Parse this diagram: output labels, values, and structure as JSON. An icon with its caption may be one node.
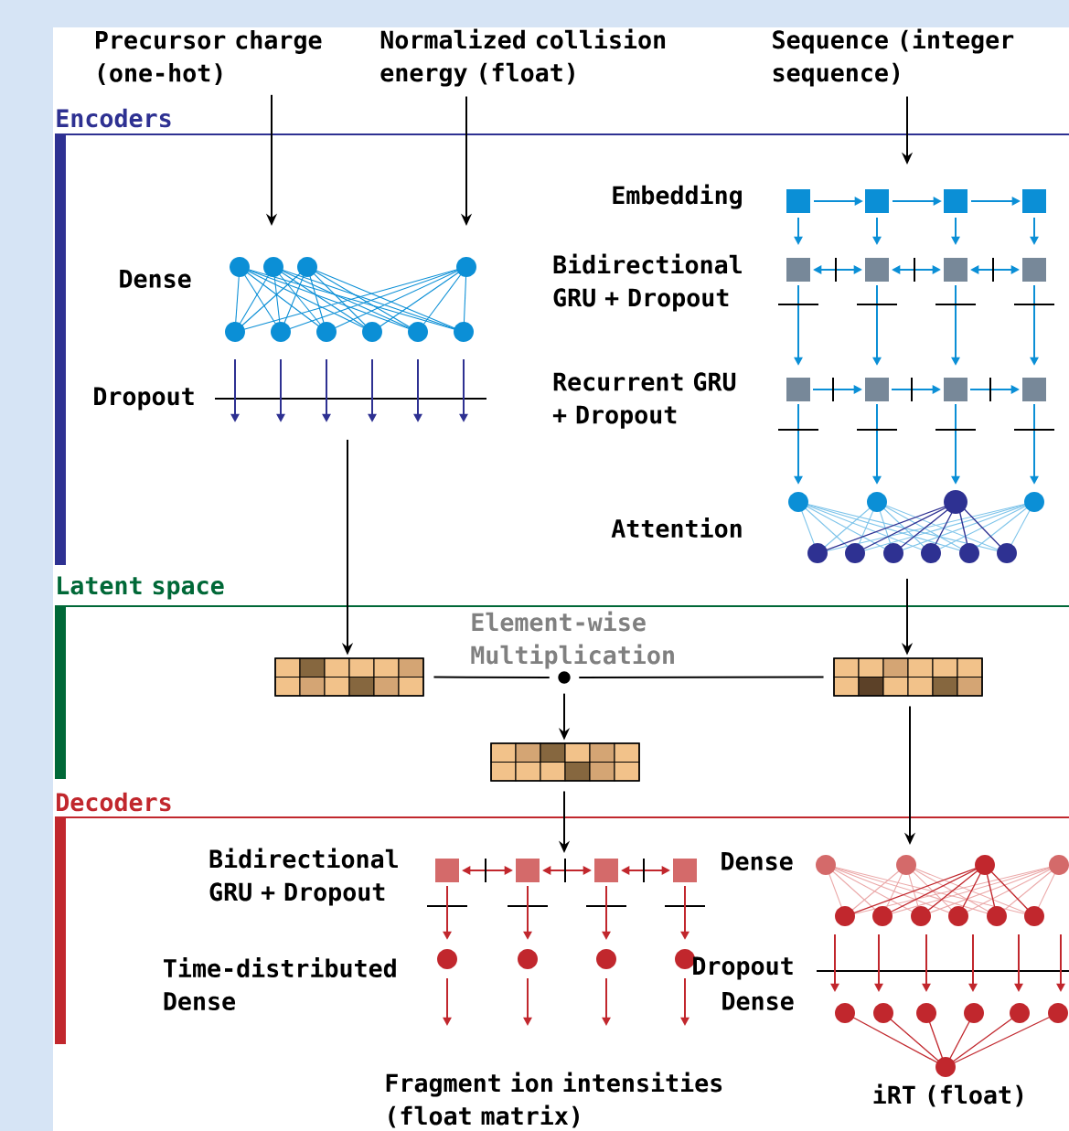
{
  "diagram": {
    "nodes": [
      {
        "text": [
          "Precursor charge (one-hot)"
        ]
      },
      {
        "text": [
          "Normalized collision energy (float)"
        ]
      },
      {
        "text": [
          "Sequence (integer sequence)"
        ]
      },
      {
        "text": [],
        "shape": "network"
      },
      {
        "text": [],
        "shape": "network"
      },
      {
        "text": [],
        "shape": "grid"
      },
      {
        "text": [],
        "shape": "grid"
      },
      {
        "text": [],
        "shape": "circle"
      },
      {
        "text": [],
        "shape": "grid"
      },
      {
        "text": [],
        "shape": "network"
      },
      {
        "text": [],
        "shape": "network"
      }
    ],
    "edges": [
      {
        "from": 0,
        "to": 3,
        "arrow": "to"
      },
      {
        "from": 1,
        "to": 3,
        "arrow": "to"
      },
      {
        "from": 2,
        "to": 4,
        "arrow": "to"
      },
      {
        "from": 3,
        "to": 5,
        "arrow": "to"
      },
      {
        "from": 4,
        "to": 6,
        "arrow": "to"
      },
      {
        "from": 5,
        "to": 7,
        "arrow": "none"
      },
      {
        "from": 6,
        "to": 7,
        "arrow": "none"
      },
      {
        "from": 7,
        "to": 8,
        "arrow": "to"
      },
      {
        "from": 8,
        "to": 9,
        "arrow": "to"
      },
      {
        "from": 6,
        "to": 10,
        "arrow": "to"
      }
    ],
    "labels": [
      "Encoders",
      "Dense",
      "Dropout",
      "Embedding",
      "Bidirectional GRU + Dropout",
      "Recurrent GRU + Dropout",
      "Attention",
      "Latent space",
      "Element-wise Multiplication",
      "Decoders",
      "Bidirectional GRU + Dropout",
      "Time-distributed Dense",
      "Dense",
      "Dropout",
      "Dense",
      "Fragment ion intensities (float matrix)",
      "iRT (float)"
    ]
  }
}
